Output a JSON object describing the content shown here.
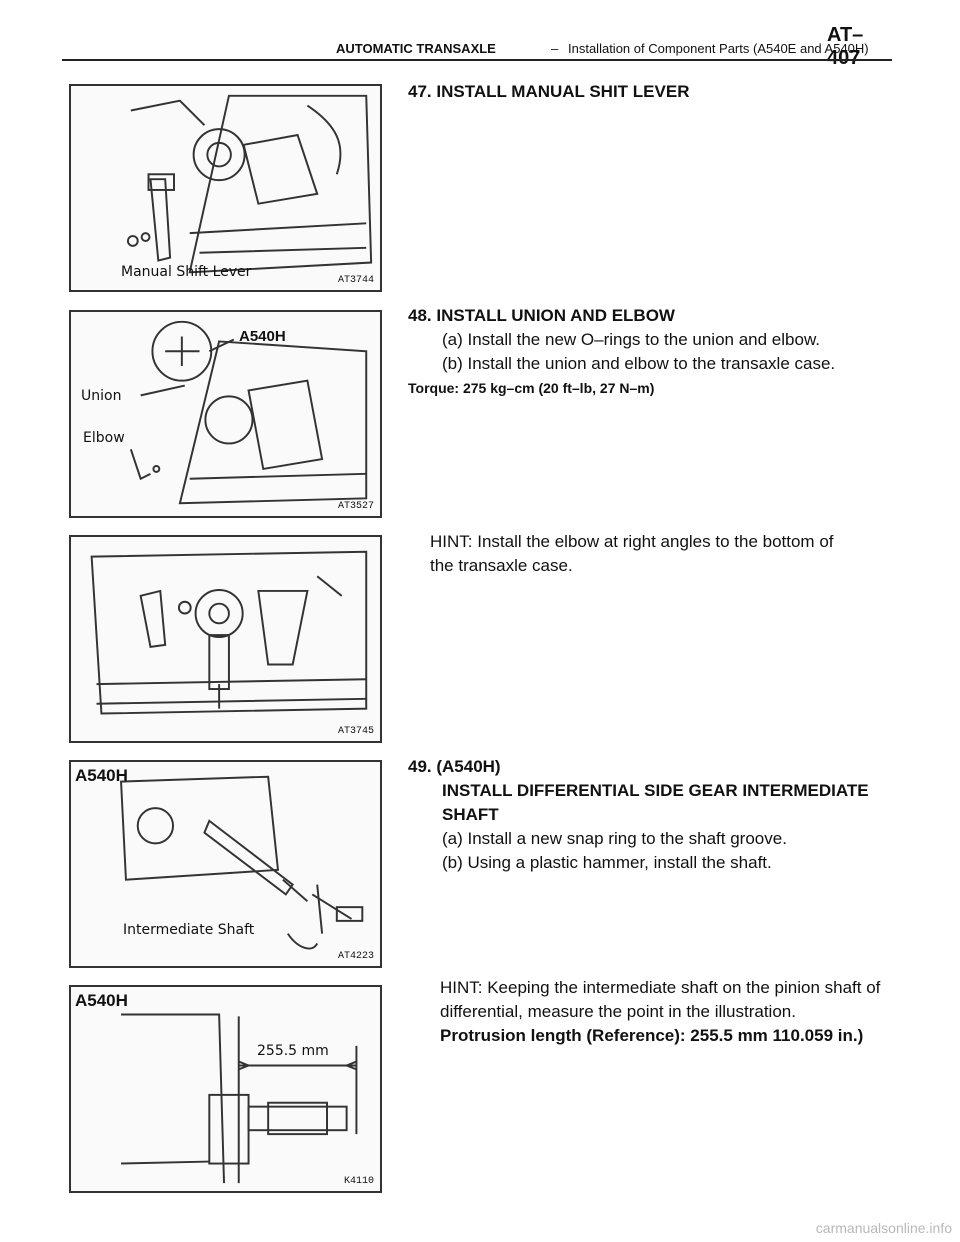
{
  "header": {
    "section": "AUTOMATIC TRANSAXLE",
    "separator": "–",
    "subtitle": "Installation of Component Parts (A540E and A540H)",
    "page": "AT–407"
  },
  "figures": [
    {
      "code": "AT3744",
      "labels": [
        "Manual Shift Lever"
      ]
    },
    {
      "code": "AT3527",
      "labels": [
        "A540H",
        "Union",
        "Elbow"
      ]
    },
    {
      "code": "AT3745",
      "labels": []
    },
    {
      "code": "AT4223",
      "labels": [
        "A540H",
        "Intermediate Shaft"
      ]
    },
    {
      "code": "K4110",
      "labels": [
        "A540H",
        "255.5 mm"
      ]
    }
  ],
  "steps": {
    "s47": {
      "title": "47. INSTALL MANUAL SHIT LEVER"
    },
    "s48": {
      "title": "48. INSTALL UNION AND ELBOW",
      "a": "(a) Install the new O–rings to the union and elbow.",
      "b": "(b) Install the union and elbow to the transaxle case.",
      "torque": "Torque: 275 kg–cm (20 ft–lb, 27 N–m)",
      "hint1": "HINT: Install the elbow at right angles to the bottom of",
      "hint2": "the transaxle case."
    },
    "s49": {
      "num": "49. (A540H)",
      "title1": "INSTALL DIFFERENTIAL SIDE GEAR INTERMEDIATE",
      "title2": "SHAFT",
      "a": "(a) Install a new snap ring to the shaft groove.",
      "b": "(b) Using a plastic hammer, install the shaft.",
      "hint1": "HINT: Keeping the intermediate shaft on the pinion shaft of",
      "hint2": "differential, measure the point in the illustration.",
      "protrusion": "Protrusion length (Reference): 255.5 mm 110.059 in.)"
    }
  },
  "watermark": "carmanualsonline.info"
}
